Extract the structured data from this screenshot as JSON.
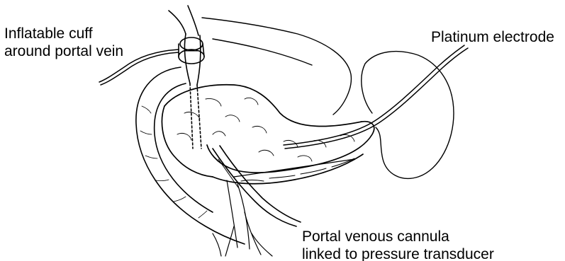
{
  "labels": {
    "cuff": {
      "line1": "Inflatable cuff",
      "line2": "around portal vein"
    },
    "electrode": {
      "line1": "Platinum electrode"
    },
    "cannula": {
      "line1": "Portal venous cannula",
      "line2": "linked to pressure transducer"
    }
  },
  "colors": {
    "ink": "#000000",
    "background": "#ffffff"
  }
}
